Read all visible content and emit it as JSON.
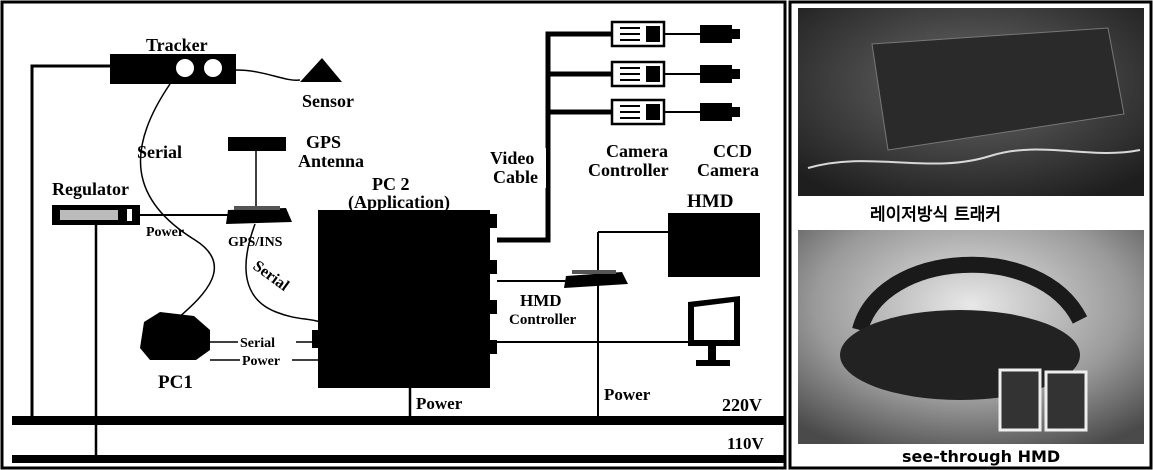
{
  "diagram": {
    "nodes": {
      "tracker": "Tracker",
      "sensor": "Sensor",
      "gps_antenna_1": "GPS",
      "gps_antenna_2": "Antenna",
      "regulator": "Regulator",
      "gps_ins": "GPS/INS",
      "pc2_1": "PC 2",
      "pc2_2": "(Application)",
      "pc1": "PC1",
      "video_cable_1": "Video",
      "video_cable_2": "Cable",
      "camera_controller_1": "Camera",
      "camera_controller_2": "Controller",
      "ccd_camera_1": "CCD",
      "ccd_camera_2": "Camera",
      "hmd": "HMD",
      "hmd_controller_1": "HMD",
      "hmd_controller_2": "Controller"
    },
    "links": {
      "serial_tracker": "Serial",
      "serial_gps": "Serial",
      "serial_pc1": "Serial",
      "power_regulator": "Power",
      "power_pc1": "Power",
      "power_pc2": "Power",
      "power_hmd": "Power"
    },
    "bus": {
      "v220": "220V",
      "v110": "110V"
    }
  },
  "photos": {
    "tracker_caption": "레이저방식 트래커",
    "hmd_caption": "see-through HMD"
  }
}
